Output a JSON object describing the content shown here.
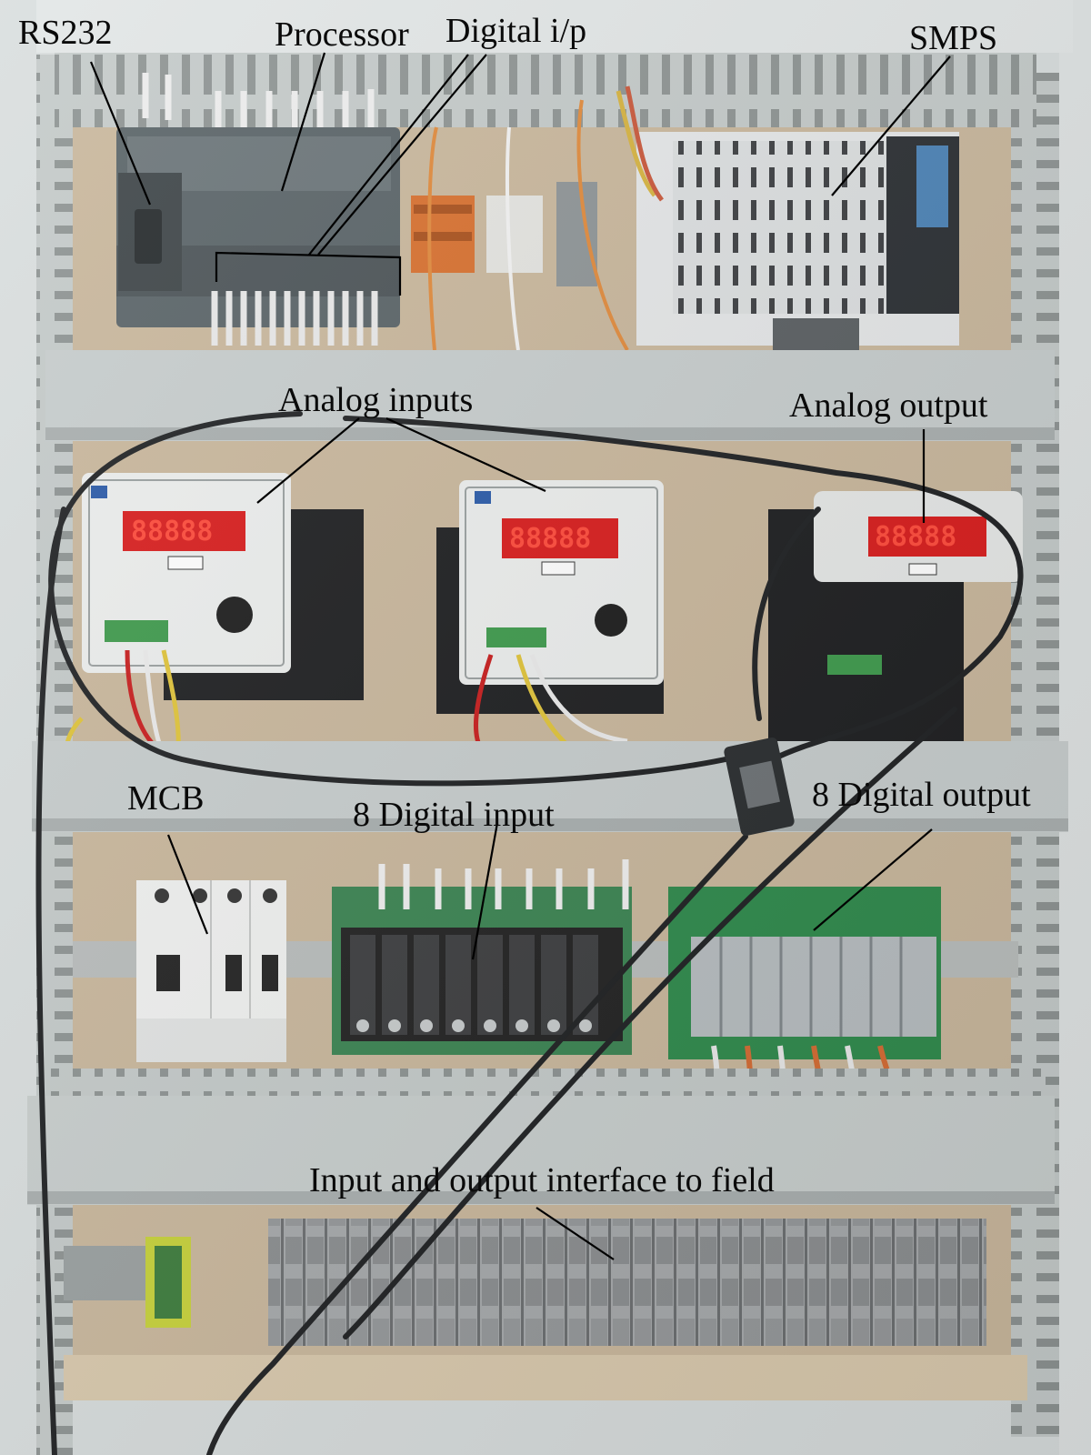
{
  "labels": {
    "rs232": "RS232",
    "processor": "Processor",
    "digital_ip": "Digital i/p",
    "smps": "SMPS",
    "analog_inputs": "Analog inputs",
    "analog_output": "Analog output",
    "mcb": "MCB",
    "digital_input": "8  Digital input",
    "digital_output": "8  Digital output",
    "field_interface": "Input and output interface to field"
  },
  "colors": {
    "panel_back": "#c8b9a3",
    "duct": "#c6cccb",
    "display_red": "#d81c1c",
    "relay_board": "#2f8a4c"
  }
}
